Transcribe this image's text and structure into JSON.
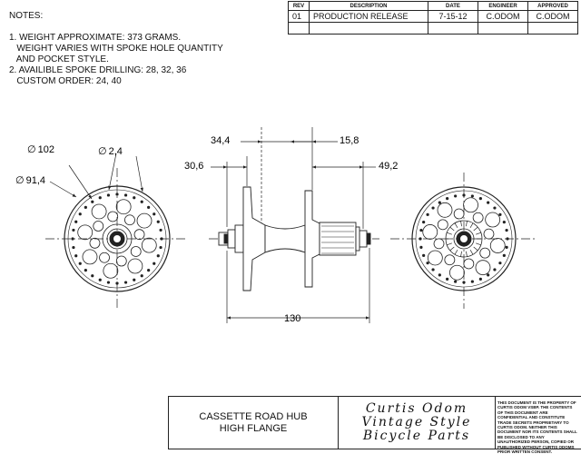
{
  "notes": {
    "heading": "NOTES:",
    "lines": [
      "1. WEIGHT APPROXIMATE: 373 GRAMS.",
      "   WEIGHT VARIES WITH SPOKE HOLE QUANTITY",
      "   AND POCKET STYLE.",
      "",
      "2. AVAILIBLE SPOKE DRILLING: 28, 32, 36",
      "   CUSTOM ORDER: 24, 40"
    ]
  },
  "revision_table": {
    "headers": [
      "REV",
      "DESCRIPTION",
      "DATE",
      "ENGINEER",
      "APPROVED"
    ],
    "rows": [
      [
        "01",
        "PRODUCTION RELEASE",
        "7-15-12",
        "C.ODOM",
        "C.ODOM"
      ]
    ]
  },
  "dimensions": {
    "outer_diameter": "102",
    "spoke_hole": "2,4",
    "bolt_circle": "91,4",
    "left_offset": "34,4",
    "right_offset": "15,8",
    "left_flange": "30,6",
    "right_flange": "49,2",
    "overall_length": "130",
    "diameter_symbol": "∅"
  },
  "title_block": {
    "title_line1": "CASSETTE ROAD HUB",
    "title_line2": "HIGH FLANGE",
    "logo_line1": "Curtis Odom",
    "logo_line2": "Vintage Style",
    "logo_line3": "Bicycle Parts",
    "legal_text": "THIS DOCUMENT IS THE PROPERTY OF CURTIS ODOM VSBP. THE CONTENTS OF THIS DOCUMENT ARE CONFIDENTIAL AND CONSTITUTE TRADE SECRETS PROPRIETARY TO CURTIS ODOM. NEITHER THIS DOCUMENT NOR ITS CONTENTS SHALL BE DISCLOSED TO ANY UNAUTHORIZED PERSON, COPIED OR PUBLISHED WITHOUT CURTIS ODOMS PRIOR WRITTEN CONSENT."
  },
  "colors": {
    "line": "#222222",
    "background": "#ffffff"
  }
}
